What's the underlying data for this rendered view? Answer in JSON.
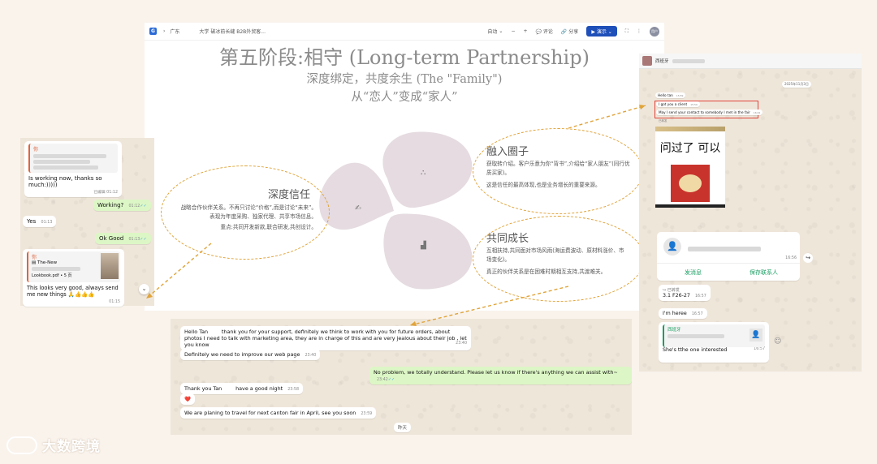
{
  "slide": {
    "toolbar": {
      "doc_title": "广东    大学 破冰前长缝 B2B外贸客...",
      "zoom": "自动",
      "zoom_minus": "−",
      "zoom_plus": "+",
      "comment": "评论",
      "share": "分享",
      "present": "演示",
      "avatar": "用户"
    },
    "title": "第五阶段:相守 (Long-term Partnership)",
    "subtitle": "深度绑定，共度余生 (The \"Family\")",
    "subtitle2": "从“恋人”变成“家人”",
    "sections": [
      {
        "title": "深度信任",
        "lines": [
          "战略合作伙伴关系。不再只讨论“价格”,而是讨论“未来”。",
          "表现为年度采购、独家代理、共享市场信息。",
          "重点:共同开发新款,联合研发,共创设计。"
        ]
      },
      {
        "title": "融入圈子",
        "lines": [
          "获取转介绍。客户乐意为你“背书”,介绍给“家人朋友”(同行优",
          "质买家)。",
          "",
          "这是信任的最高体现,也是业务增长的重要来源。"
        ]
      },
      {
        "title": "共同成长",
        "lines": [
          "互相扶持,共同面对市场风雨(海运费波动、原材料涨价、市",
          "场变化)。",
          "",
          "真正的伙伴关系是在困难时期相互支持,共渡难关。"
        ]
      }
    ],
    "icons": {
      "left": "handshake-icon",
      "top": "people-network-icon",
      "bottom": "growth-chart-icon"
    },
    "colors": {
      "petal": "#e5dbe0",
      "accent": "#e0a43a",
      "present": "#1f4fb8"
    }
  },
  "left_chat": {
    "quote_sender": "你",
    "msg1": "Is working now, thanks so much:)))))",
    "msg1_time": "已编辑 01:12",
    "msg2": "Working?",
    "msg2_time": "01:12",
    "msg3": "Yes",
    "msg3_time": "01:13",
    "msg4": "Ok Good",
    "msg4_time": "01:13",
    "quote2_sender": "你",
    "file_name": "The-New",
    "file_name2": "Lookbook.pdf",
    "file_pages": "• 5 页",
    "msg5": "This looks very good, always send me new things 🙏👍👍👍",
    "msg5_time": "01:15"
  },
  "bottom_chat": {
    "m1": "Hello Tan    thank you for your support, definitely we think to work with you for future orders, about photos I need to talk with marketing area, they are in charge of this and are very jealous about their job , let you know",
    "m1_time": "23:40",
    "m2": "Definitely we need to improve our web page",
    "m2_time": "23:40",
    "m3": "No problem, we totally understand. Please let us know if there's anything we can assist with~",
    "m3_time": "23:42",
    "m4": "Thank you Tan    have a good night",
    "m4_time": "23:58",
    "m5": "❤️",
    "m6": "We are planing to travel for next canton fair in April, see you soon",
    "m6_time": "23:59",
    "divider": "昨天"
  },
  "right_chat": {
    "contact": "西班牙",
    "date": "2025年11月3日",
    "r1": "Hello tan",
    "r1_time": "15:59",
    "r2": "I got you a client",
    "r2_time": "15:59",
    "r3": "May I send your contact to somebody I met in the fair",
    "r3_time": "16:01",
    "forwarded": "已转发",
    "photo_caption": "问过了 可以",
    "card_time": "16:56",
    "card_btn1": "发消息",
    "card_btn2": "保存联系人",
    "fwd_label": "↪ 已转发",
    "r4": "3.1 F26-27",
    "r4_time": "16:57",
    "r5": "I'm heree",
    "r5_time": "16:57",
    "quote_name": "西班牙",
    "r6": "She's tthe one interested",
    "r6_time": "16:57"
  },
  "brand": {
    "name": "大数跨境"
  }
}
